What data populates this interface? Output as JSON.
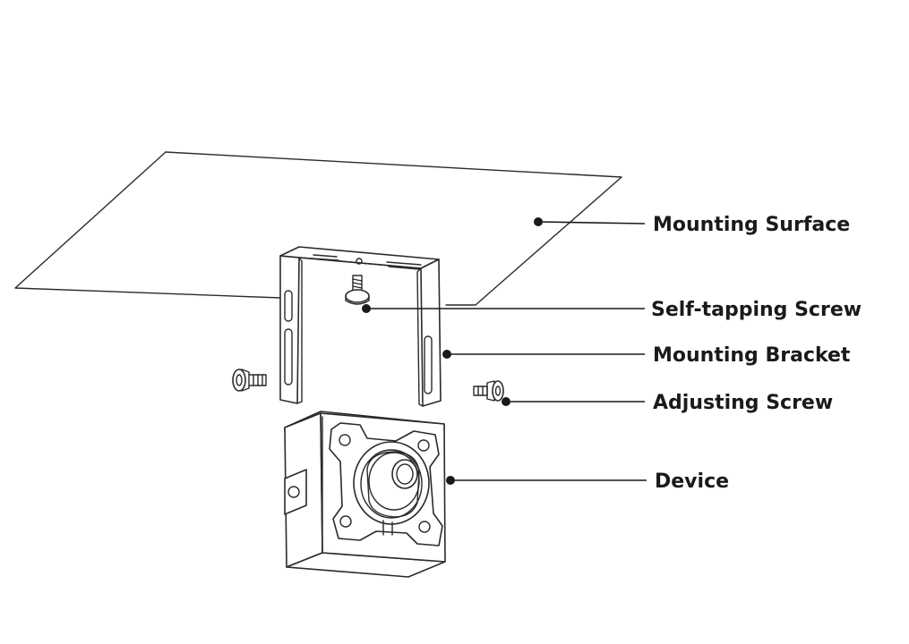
{
  "labels": {
    "mounting_surface": "Mounting Surface",
    "self_tapping_screw": "Self-tapping Screw",
    "mounting_bracket": "Mounting Bracket",
    "adjusting_screw": "Adjusting Screw",
    "device": "Device"
  }
}
